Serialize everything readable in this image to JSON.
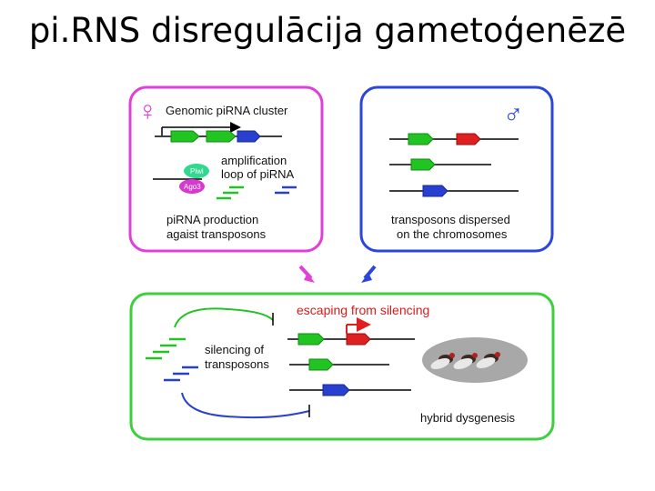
{
  "title": "pi.RNS disregulācija gametoģenēzē",
  "diagram": {
    "female_panel": {
      "symbol": "♀",
      "cluster_label": "Genomic piRNA cluster",
      "piwi_label": "Piwi",
      "ago3_label": "Ago3",
      "amplification_line1": "amplification",
      "amplification_line2": "loop of piRNA",
      "production_line1": "piRNA production",
      "production_line2": "agaist transposons"
    },
    "male_panel": {
      "symbol": "♂",
      "dispersed_line1": "transposons dispersed",
      "dispersed_line2": "on the chromosomes"
    },
    "hybrid_panel": {
      "escaping_label": "escaping from silencing",
      "silencing_line1": "silencing of",
      "silencing_line2": "transposons",
      "dysgenesis_label": "hybrid dysgenesis"
    },
    "colors": {
      "female_border": "#e040d8",
      "male_border": "#2b46d8",
      "hybrid_border": "#3ecf3e",
      "green_te": "#22c422",
      "red_te": "#e02020",
      "blue_te": "#2840d0",
      "escaping_text": "#e01818",
      "piwi": "#30d890",
      "ago3": "#d838d0"
    }
  }
}
